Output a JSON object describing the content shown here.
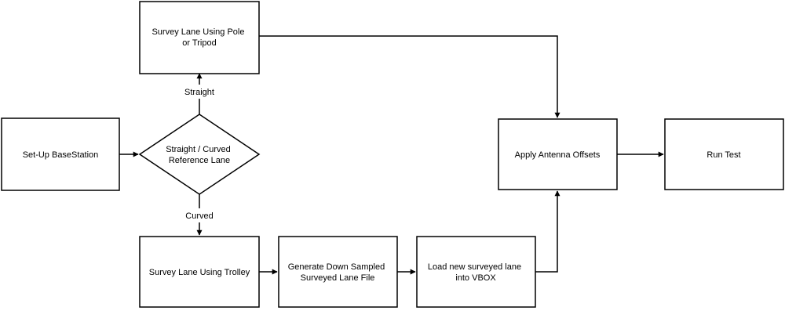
{
  "nodes": {
    "setup": {
      "lines": [
        "Set-Up BaseStation"
      ]
    },
    "decision": {
      "lines": [
        "Straight / Curved",
        "Reference Lane"
      ]
    },
    "pole": {
      "lines": [
        "Survey Lane Using Pole",
        "or Tripod"
      ]
    },
    "trolley": {
      "lines": [
        "Survey Lane Using Trolley"
      ]
    },
    "generate": {
      "lines": [
        "Generate Down Sampled",
        "Surveyed Lane File"
      ]
    },
    "load": {
      "lines": [
        "Load new surveyed lane",
        "into VBOX"
      ]
    },
    "antenna": {
      "lines": [
        "Apply Antenna Offsets"
      ]
    },
    "run": {
      "lines": [
        "Run Test"
      ]
    }
  },
  "edges": {
    "straight": {
      "label": "Straight"
    },
    "curved": {
      "label": "Curved"
    }
  }
}
